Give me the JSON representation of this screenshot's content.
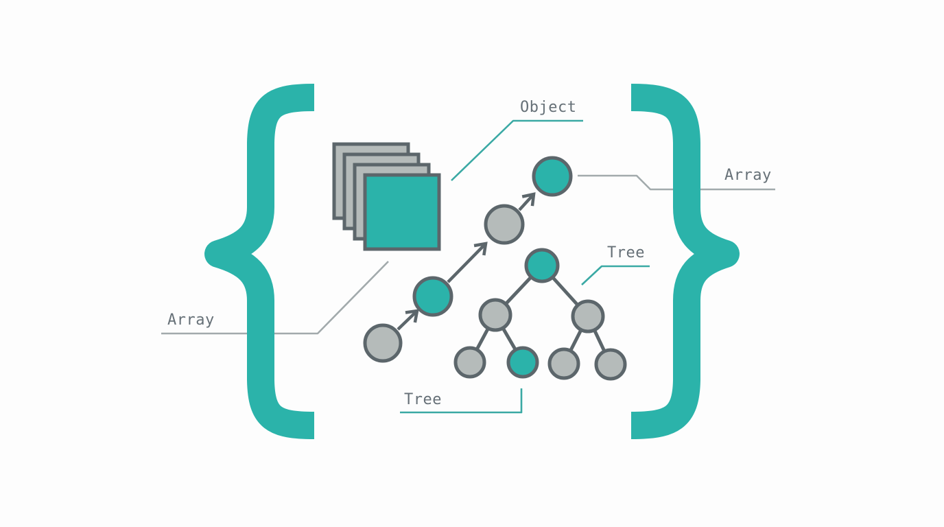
{
  "figure": {
    "description": "Illustration of JSON data structures inside curly braces",
    "background": "#fdfdfd"
  },
  "labels": {
    "object": "Object",
    "array_right": "Array",
    "tree_right": "Tree",
    "array_left": "Array",
    "tree_bottom": "Tree"
  },
  "icons": [
    {
      "name": "left-brace-icon",
      "glyph": "{"
    },
    {
      "name": "right-brace-icon",
      "glyph": "}"
    },
    {
      "name": "stacked-squares-icon",
      "squares": 4,
      "front_square_color": "teal"
    },
    {
      "name": "linked-list-icon",
      "nodes": 4,
      "teal_node_indices": [
        2,
        4
      ],
      "arrows": 3
    },
    {
      "name": "tree-icon",
      "nodes": 7,
      "levels": 3,
      "teal_nodes": [
        "root",
        "second-leaf"
      ]
    }
  ],
  "colors": {
    "teal": "#2bb3aa",
    "outline": "#5c666b",
    "gray_fill": "#b5bbba",
    "leader_gray": "#a2aaac",
    "leader_teal": "#3aa9a4",
    "label_text": "#667077",
    "bg": "#fdfdfd"
  }
}
